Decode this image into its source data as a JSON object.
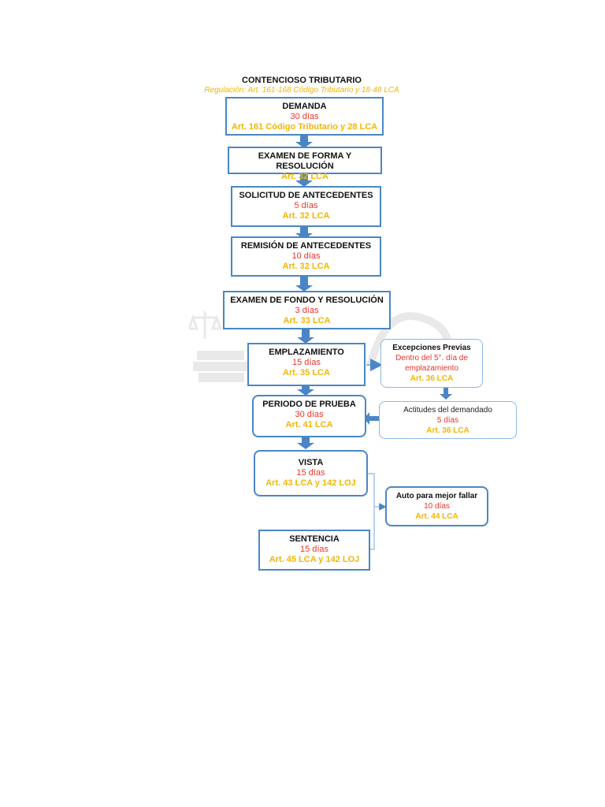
{
  "title": "CONTENCIOSO TRIBUTARIO",
  "subtitle": "Regulación: Art. 161-168 Código Tributario y 18-48 LCA",
  "colors": {
    "border": "#4a86c6",
    "arrow": "#4a86c6",
    "days": "#e8352c",
    "article": "#f2b600"
  },
  "steps": [
    {
      "title": "DEMANDA",
      "days": "30 días",
      "article": "Art. 161 Código Tributario y 28 LCA"
    },
    {
      "title": "EXAMEN DE FORMA Y RESOLUCIÓN",
      "article": "Art. 32 LCA"
    },
    {
      "title": "SOLICITUD DE ANTECEDENTES",
      "days": "5 días",
      "article": "Art. 32 LCA"
    },
    {
      "title": "REMISIÓN DE ANTECEDENTES",
      "days": "10 días",
      "article": "Art. 32 LCA"
    },
    {
      "title": "EXAMEN DE FONDO Y RESOLUCIÓN",
      "days": "3 días",
      "article": "Art. 33 LCA"
    },
    {
      "title": "EMPLAZAMIENTO",
      "days": "15 días",
      "article": "Art. 35 LCA"
    },
    {
      "title": "PERIODO DE PRUEBA",
      "days": "30 días",
      "article": "Art. 41 LCA"
    },
    {
      "title": "VISTA",
      "days": "15 días",
      "article": "Art. 43 LCA y 142 LOJ"
    },
    {
      "title": "SENTENCIA",
      "days": "15 días",
      "article": "Art. 45 LCA y 142 LOJ"
    }
  ],
  "side": {
    "excepciones": {
      "title": "Excepciones Previas",
      "note": "Dentro del 5°. día de emplazamiento",
      "article": "Art.  36 LCA"
    },
    "actitudes": {
      "title": "Actitudes del demandado",
      "days": "5 días",
      "article": "Art. 36 LCA"
    },
    "auto": {
      "title": "Auto para mejor fallar",
      "days": "10 días",
      "article": "Art. 44 LCA"
    }
  }
}
